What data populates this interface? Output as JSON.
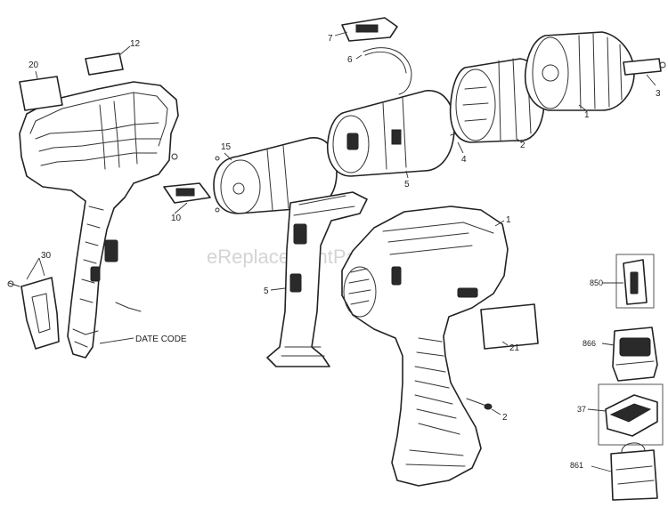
{
  "watermark": "eReplacementParts.com",
  "callouts": {
    "c1_housing": "1",
    "c1_chuck": "1",
    "c2_gear_ring": "2",
    "c2_screw": "2",
    "c3_chuck_screw": "3",
    "c4_clutch": "4",
    "c5_switch": "5",
    "c5_gearbox": "5",
    "c6_clip": "6",
    "c7_collar": "7",
    "c10_switch_clip": "10",
    "c12_label": "12",
    "c15_motor": "15",
    "c20_nameplate": "20",
    "c21_label": "21",
    "c30_clip": "30",
    "date_code": "DATE CODE",
    "acc_850": "850",
    "acc_866": "866",
    "acc_37": "37",
    "acc_861": "861"
  }
}
